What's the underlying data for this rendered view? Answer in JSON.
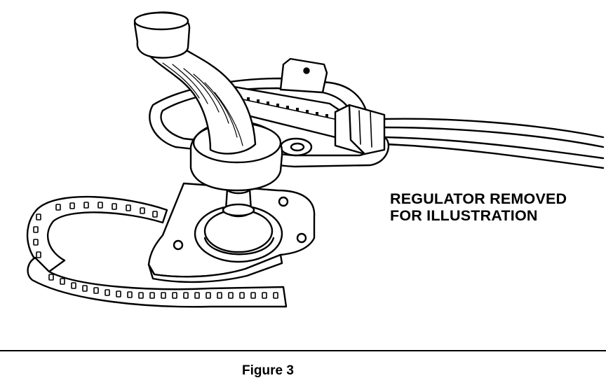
{
  "figure": {
    "callout_line1": "REGULATOR REMOVED",
    "callout_line2": "FOR ILLUSTRATION",
    "caption": "Figure 3"
  },
  "colors": {
    "ink": "#000000",
    "paper": "#ffffff"
  }
}
